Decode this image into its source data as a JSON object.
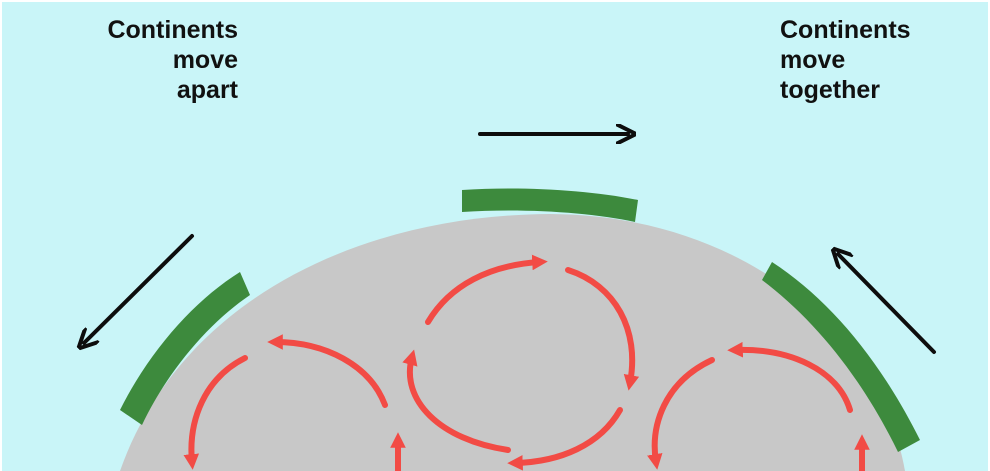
{
  "labels": {
    "left": [
      "Continents",
      "move",
      "apart"
    ],
    "right": [
      "Continents",
      "move",
      "together"
    ]
  },
  "colors": {
    "sky": "#c9f5f8",
    "mantle": "#c8c8c8",
    "continent": "#3d8a3d",
    "convection": "#f24b45",
    "motion_arrow": "#0d0d0d"
  }
}
